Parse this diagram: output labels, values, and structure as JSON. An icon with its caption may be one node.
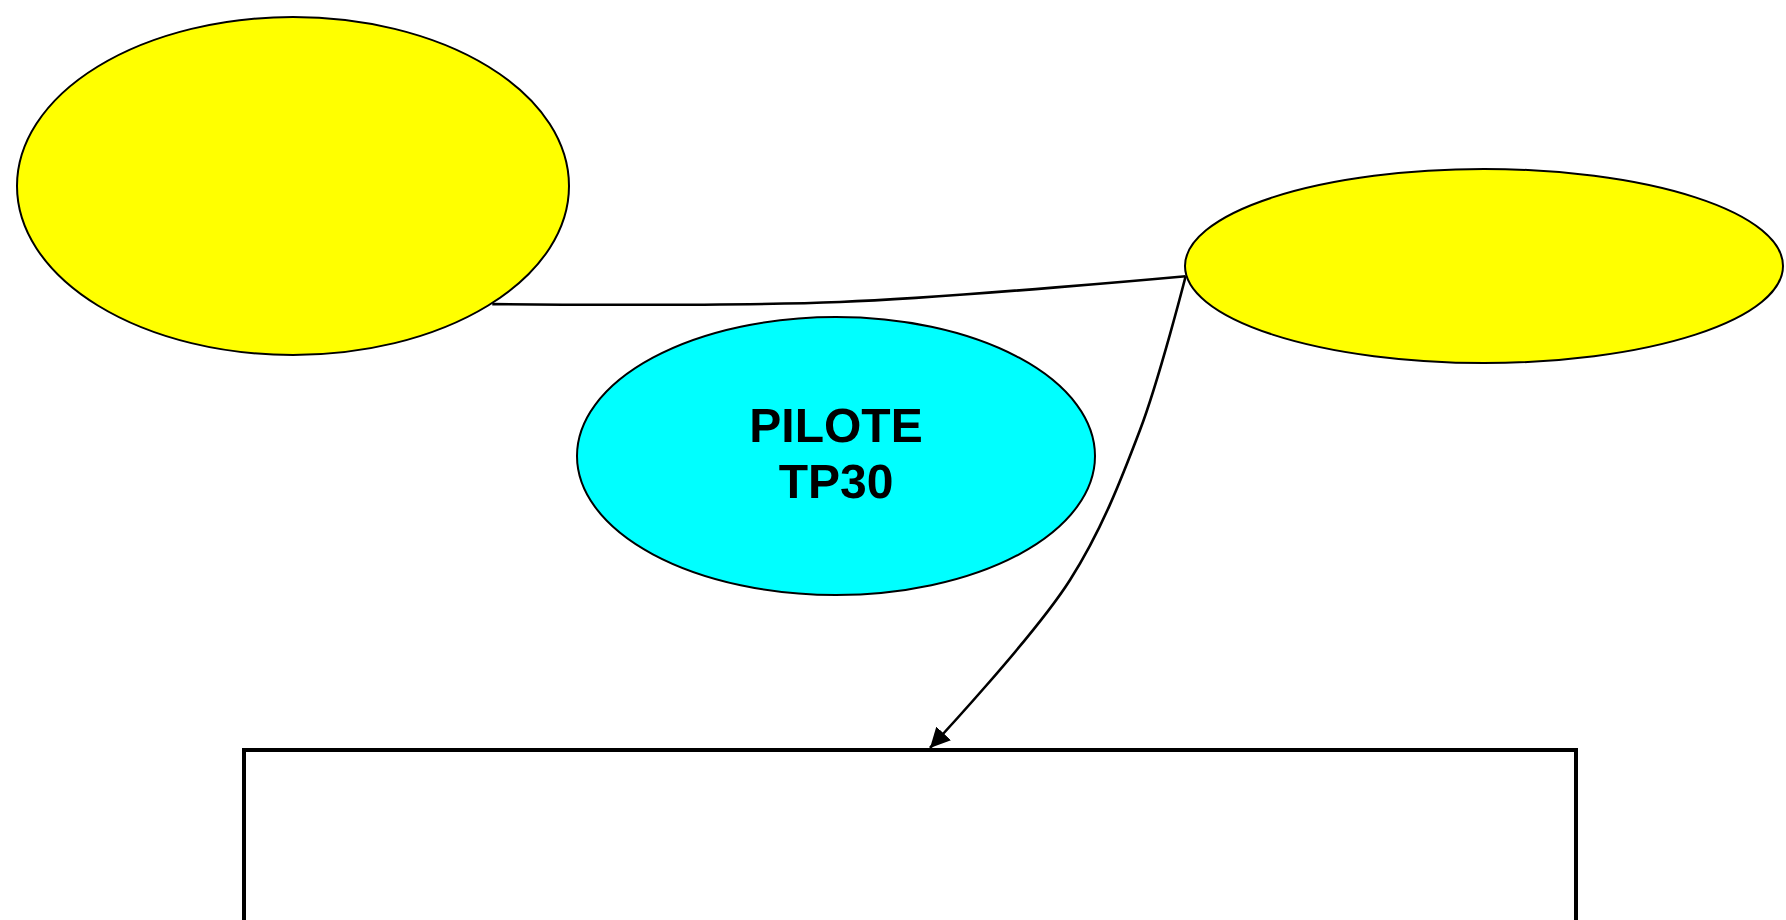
{
  "diagram": {
    "nodes": [
      {
        "text": [],
        "shape": "circle"
      },
      {
        "text": [],
        "shape": "circle"
      },
      {
        "text": [
          "PILOTE TP30"
        ]
      },
      {
        "text": [],
        "shape": "box"
      }
    ],
    "edges": [
      {
        "from": 0,
        "to": 1,
        "arrow": "none"
      },
      {
        "from": 1,
        "to": 3,
        "arrow": "to"
      }
    ]
  }
}
